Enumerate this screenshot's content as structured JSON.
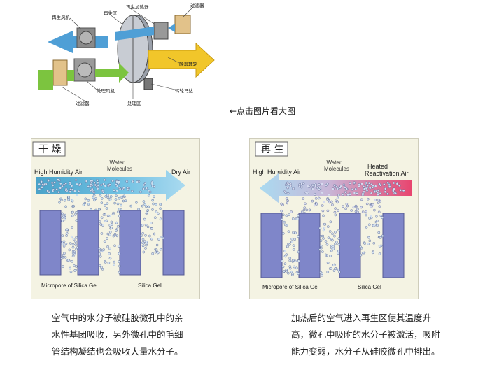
{
  "top_diagram": {
    "labels": {
      "regen_fan": "再生风机",
      "regen_zone": "再生区",
      "regen_heater": "再生加热器",
      "filter_top": "过滤器",
      "dry_air": "除湿转轮",
      "drive_motor": "转轮马达",
      "process_fan": "处理风机",
      "process_zone": "处理区",
      "filter_bottom": "过滤器"
    }
  },
  "caption": "←点击图片看大图",
  "panels": {
    "dry": {
      "title": "干 燥",
      "left_air": "High Humidity Air",
      "water": "Water\nMolecules",
      "right_air": "Dry Air",
      "micropore": "Micropore of Silica Gel",
      "silica": "Silica Gel"
    },
    "regen": {
      "title": "再 生",
      "left_air": "High Humidity Air",
      "water": "Water\nMolecules",
      "right_air": "Heated\nReactivation Air",
      "micropore": "Micropore of Silica Gel",
      "silica": "Silica Gel"
    }
  },
  "descriptions": {
    "dry": [
      "空气中的水分子被硅胶微孔中的亲",
      "水性基团吸收，另外微孔中的毛细",
      "管结构凝结也会吸收大量水分子。"
    ],
    "regen": [
      "加热后的空气进入再生区使其温度升",
      "高，微孔中吸附的水分子被激活，吸附",
      "能力变弱，水分子从硅胶微孔中排出。"
    ]
  },
  "colors": {
    "panel_bg": "#f4f3e3",
    "block": "#7f86c9",
    "arrow_blue": "#5aa6d8",
    "arrow_green": "#7cc43f",
    "arrow_yellow": "#f3c928",
    "heated": "#e8456f"
  }
}
